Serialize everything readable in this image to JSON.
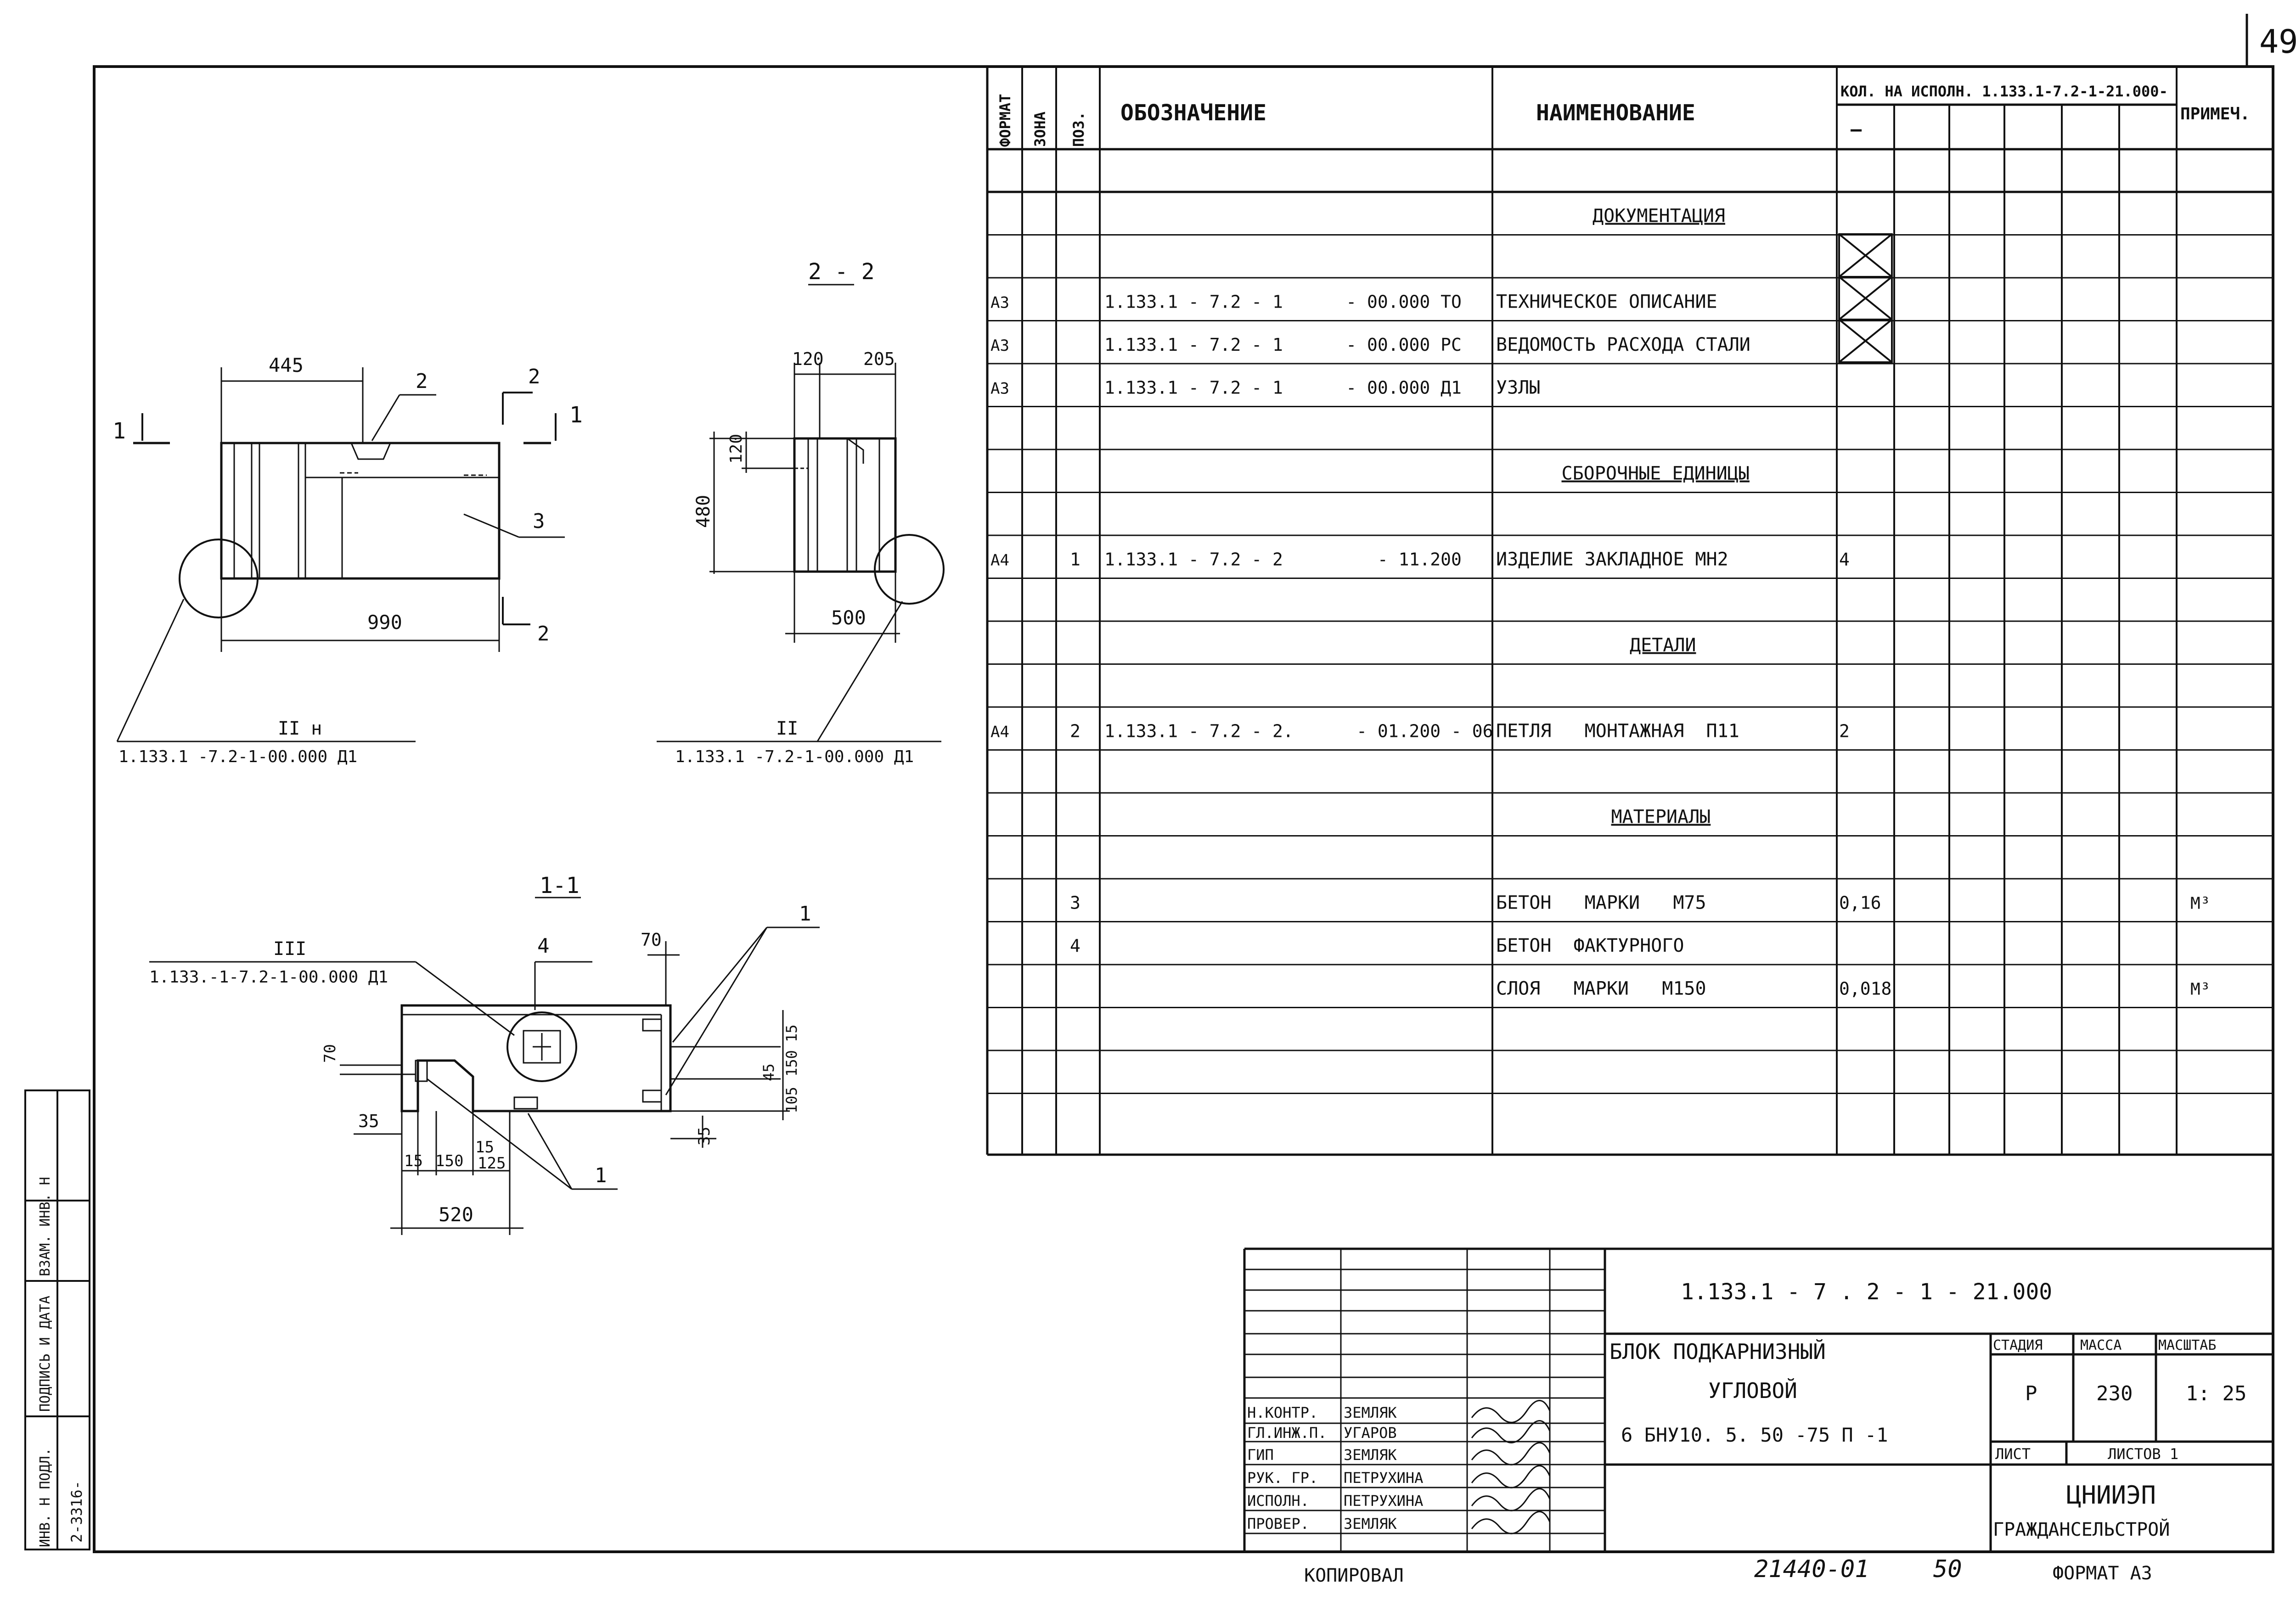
{
  "page_number": "49",
  "spec": {
    "headers": {
      "format": "ФОРМАТ",
      "zone": "ЗОНА",
      "pos": "ПОЗ.",
      "designation": "ОБОЗНАЧЕНИЕ",
      "name": "НАИМЕНОВАНИЕ",
      "qty": "КОЛ. НА ИСПОЛН. 1.133.1-7.2-1-21.000-",
      "qty_dash": "—",
      "note": "ПРИМЕЧ."
    },
    "rows": [
      {
        "format": "",
        "pos": "",
        "designation": "",
        "name": "ДОКУМЕНТАЦИЯ",
        "qty": "",
        "note": ""
      },
      {
        "format": "",
        "pos": "",
        "designation": "",
        "name": "",
        "qty": "",
        "note": ""
      },
      {
        "format": "А3",
        "pos": "",
        "designation": "1.133.1 - 7.2 - 1      - 00.000 ТО",
        "name": "ТЕХНИЧЕСКОЕ ОПИСАНИЕ",
        "qty": "",
        "note": ""
      },
      {
        "format": "А3",
        "pos": "",
        "designation": "1.133.1 - 7.2 - 1      - 00.000 РС",
        "name": "ВЕДОМОСТЬ РАСХОДА СТАЛИ",
        "qty": "",
        "note": ""
      },
      {
        "format": "А3",
        "pos": "",
        "designation": "1.133.1 - 7.2 - 1      - 00.000 Д1",
        "name": "УЗЛЫ",
        "qty": "",
        "note": ""
      },
      {
        "format": "",
        "pos": "",
        "designation": "",
        "name": "",
        "qty": "",
        "note": ""
      },
      {
        "format": "",
        "pos": "",
        "designation": "",
        "name": "СБОРОЧНЫЕ ЕДИНИЦЫ",
        "qty": "",
        "note": ""
      },
      {
        "format": "",
        "pos": "",
        "designation": "",
        "name": "",
        "qty": "",
        "note": ""
      },
      {
        "format": "А4",
        "pos": "1",
        "designation": "1.133.1 - 7.2 - 2         - 11.200",
        "name": "ИЗДЕЛИЕ ЗАКЛАДНОЕ МН2",
        "qty": "4",
        "note": ""
      },
      {
        "format": "",
        "pos": "",
        "designation": "",
        "name": "",
        "qty": "",
        "note": ""
      },
      {
        "format": "",
        "pos": "",
        "designation": "",
        "name": "ДЕТАЛИ",
        "qty": "",
        "note": ""
      },
      {
        "format": "",
        "pos": "",
        "designation": "",
        "name": "",
        "qty": "",
        "note": ""
      },
      {
        "format": "А4",
        "pos": "2",
        "designation": "1.133.1 - 7.2 - 2.      - 01.200 - 06",
        "name": "ПЕТЛЯ   МОНТАЖНАЯ  П11",
        "qty": "2",
        "note": ""
      },
      {
        "format": "",
        "pos": "",
        "designation": "",
        "name": "",
        "qty": "",
        "note": ""
      },
      {
        "format": "",
        "pos": "",
        "designation": "",
        "name": "МАТЕРИАЛЫ",
        "qty": "",
        "note": ""
      },
      {
        "format": "",
        "pos": "",
        "designation": "",
        "name": "",
        "qty": "",
        "note": ""
      },
      {
        "format": "",
        "pos": "3",
        "designation": "",
        "name": "БЕТОН   МАРКИ   М75",
        "qty": "0,16",
        "note": "М³"
      },
      {
        "format": "",
        "pos": "4",
        "designation": "",
        "name": "БЕТОН  ФАКТУРНОГО",
        "qty": "",
        "note": ""
      },
      {
        "format": "",
        "pos": "",
        "designation": "",
        "name": "СЛОЯ   МАРКИ   М150",
        "qty": "0,018",
        "note": "М³"
      },
      {
        "format": "",
        "pos": "",
        "designation": "",
        "name": "",
        "qty": "",
        "note": ""
      },
      {
        "format": "",
        "pos": "",
        "designation": "",
        "name": "",
        "qty": "",
        "note": ""
      },
      {
        "format": "",
        "pos": "",
        "designation": "",
        "name": "",
        "qty": "",
        "note": ""
      }
    ]
  },
  "title_block": {
    "code": "1.133.1 - 7 . 2 - 1 - 21.000",
    "title_line1": "БЛОК  ПОДКАРНИЗНЫЙ",
    "title_line2": "УГЛОВОЙ",
    "title_line3": "6 БНУ10. 5. 50 -75 П -1",
    "stage_label": "СТАДИЯ",
    "mass_label": "МАССА",
    "scale_label": "МАСШТАБ",
    "stage": "Р",
    "mass": "230",
    "scale": "1: 25",
    "sheet_label": "ЛИСТ",
    "sheets_label": "ЛИСТОВ  1",
    "org1": "ЦНИИЭП",
    "org2": "ГРАЖДАНСЕЛЬСТРОЙ",
    "signers": [
      {
        "role": "Н.КОНТР.",
        "name": "ЗЕМЛЯК"
      },
      {
        "role": "ГЛ.ИНЖ.П.",
        "name": "УГАРОВ"
      },
      {
        "role": "ГИП",
        "name": "ЗЕМЛЯК"
      },
      {
        "role": "РУК. ГР.",
        "name": "ПЕТРУХИНА"
      },
      {
        "role": "ИСПОЛН.",
        "name": "ПЕТРУХИНА"
      },
      {
        "role": "ПРОВЕР.",
        "name": "ЗЕМЛЯК"
      }
    ]
  },
  "bottom": {
    "copied": "КОПИРОВАЛ",
    "number": "21440-01",
    "sheet_no": "50",
    "format": "ФОРМАТ А3"
  },
  "side_stamp": {
    "inv_orig": "ИНВ. Н ПОДЛ.",
    "sign_date": "ПОДПИСЬ И ДАТА",
    "replace": "ВЗАМ. ИНВ. Н",
    "inv_value": "2-3316-"
  },
  "drawings": {
    "view_front": {
      "dim_top": "445",
      "dim_bottom": "990",
      "section_mark_left": "1",
      "section_mark_right_top": "2",
      "section_mark_right_1": "1",
      "section_mark_bottom": "2",
      "leader_2": "2",
      "leader_3": "3",
      "detail_label": "II н",
      "detail_ref": "1.133.1 -7.2-1-00.000 Д1"
    },
    "section_2_2": {
      "title": "2 - 2",
      "dim_120_top": "120",
      "dim_205": "205",
      "dim_120_side": "120",
      "dim_480": "480",
      "dim_500": "500",
      "detail_label": "II",
      "detail_ref": "1.133.1 -7.2-1-00.000 Д1"
    },
    "section_1_1": {
      "title": "1-1",
      "detail_label": "III",
      "detail_ref": "1.133.-1-7.2-1-00.000 Д1",
      "leader_4": "4",
      "leader_1a": "1",
      "leader_1b": "1",
      "dim_70_top": "70",
      "dim_70_left": "70",
      "dim_15_r": "15",
      "dim_45": "45",
      "dim_150_r": "150",
      "dim_105": "105",
      "dim_35_r": "35",
      "dim_35_l": "35",
      "dim_15": "15",
      "dim_150": "150",
      "dim_15b": "15",
      "dim_125": "125",
      "dim_520": "520"
    }
  }
}
